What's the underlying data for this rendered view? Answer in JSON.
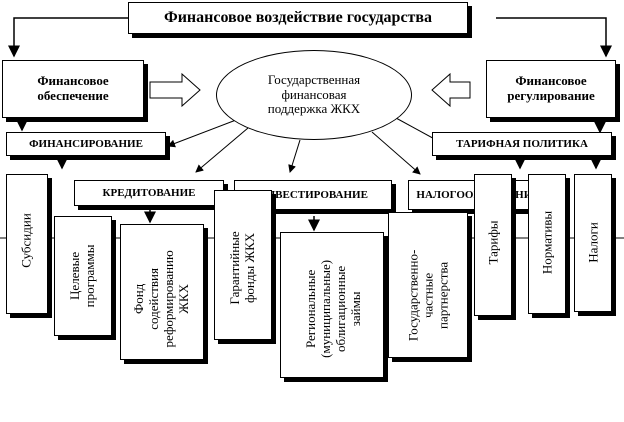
{
  "title": "Финансовое воздействие государства",
  "left_top": "Финансовое\nобеспечение",
  "right_top": "Финансовое\nрегулирование",
  "center": "Государственная\nфинансовая\nподдержка ЖКХ",
  "financing": "ФИНАНСИРОВАНИЕ",
  "tariff_policy": "ТАРИФНАЯ ПОЛИТИКА",
  "crediting": "КРЕДИТОВАНИЕ",
  "investing": "ИНВЕСТИРОВАНИЕ",
  "taxation": "НАЛОГООБЛОЖЕНИЕ",
  "leaves": {
    "subsidies": "Субсидии",
    "target_programs": "Целевые\nпрограммы",
    "fund": "Фонд\nсодействия\nреформированию\nЖКХ",
    "guarantee": "Гарантийные\nфонды ЖКХ",
    "bonds": "Региональные\n(муниципальные)\nоблигационные\nзаймы",
    "ppp": "Государственно-\nчастные\nпартнерства",
    "tariffs": "Тарифы",
    "norms": "Нормативы",
    "taxes": "Налоги"
  }
}
